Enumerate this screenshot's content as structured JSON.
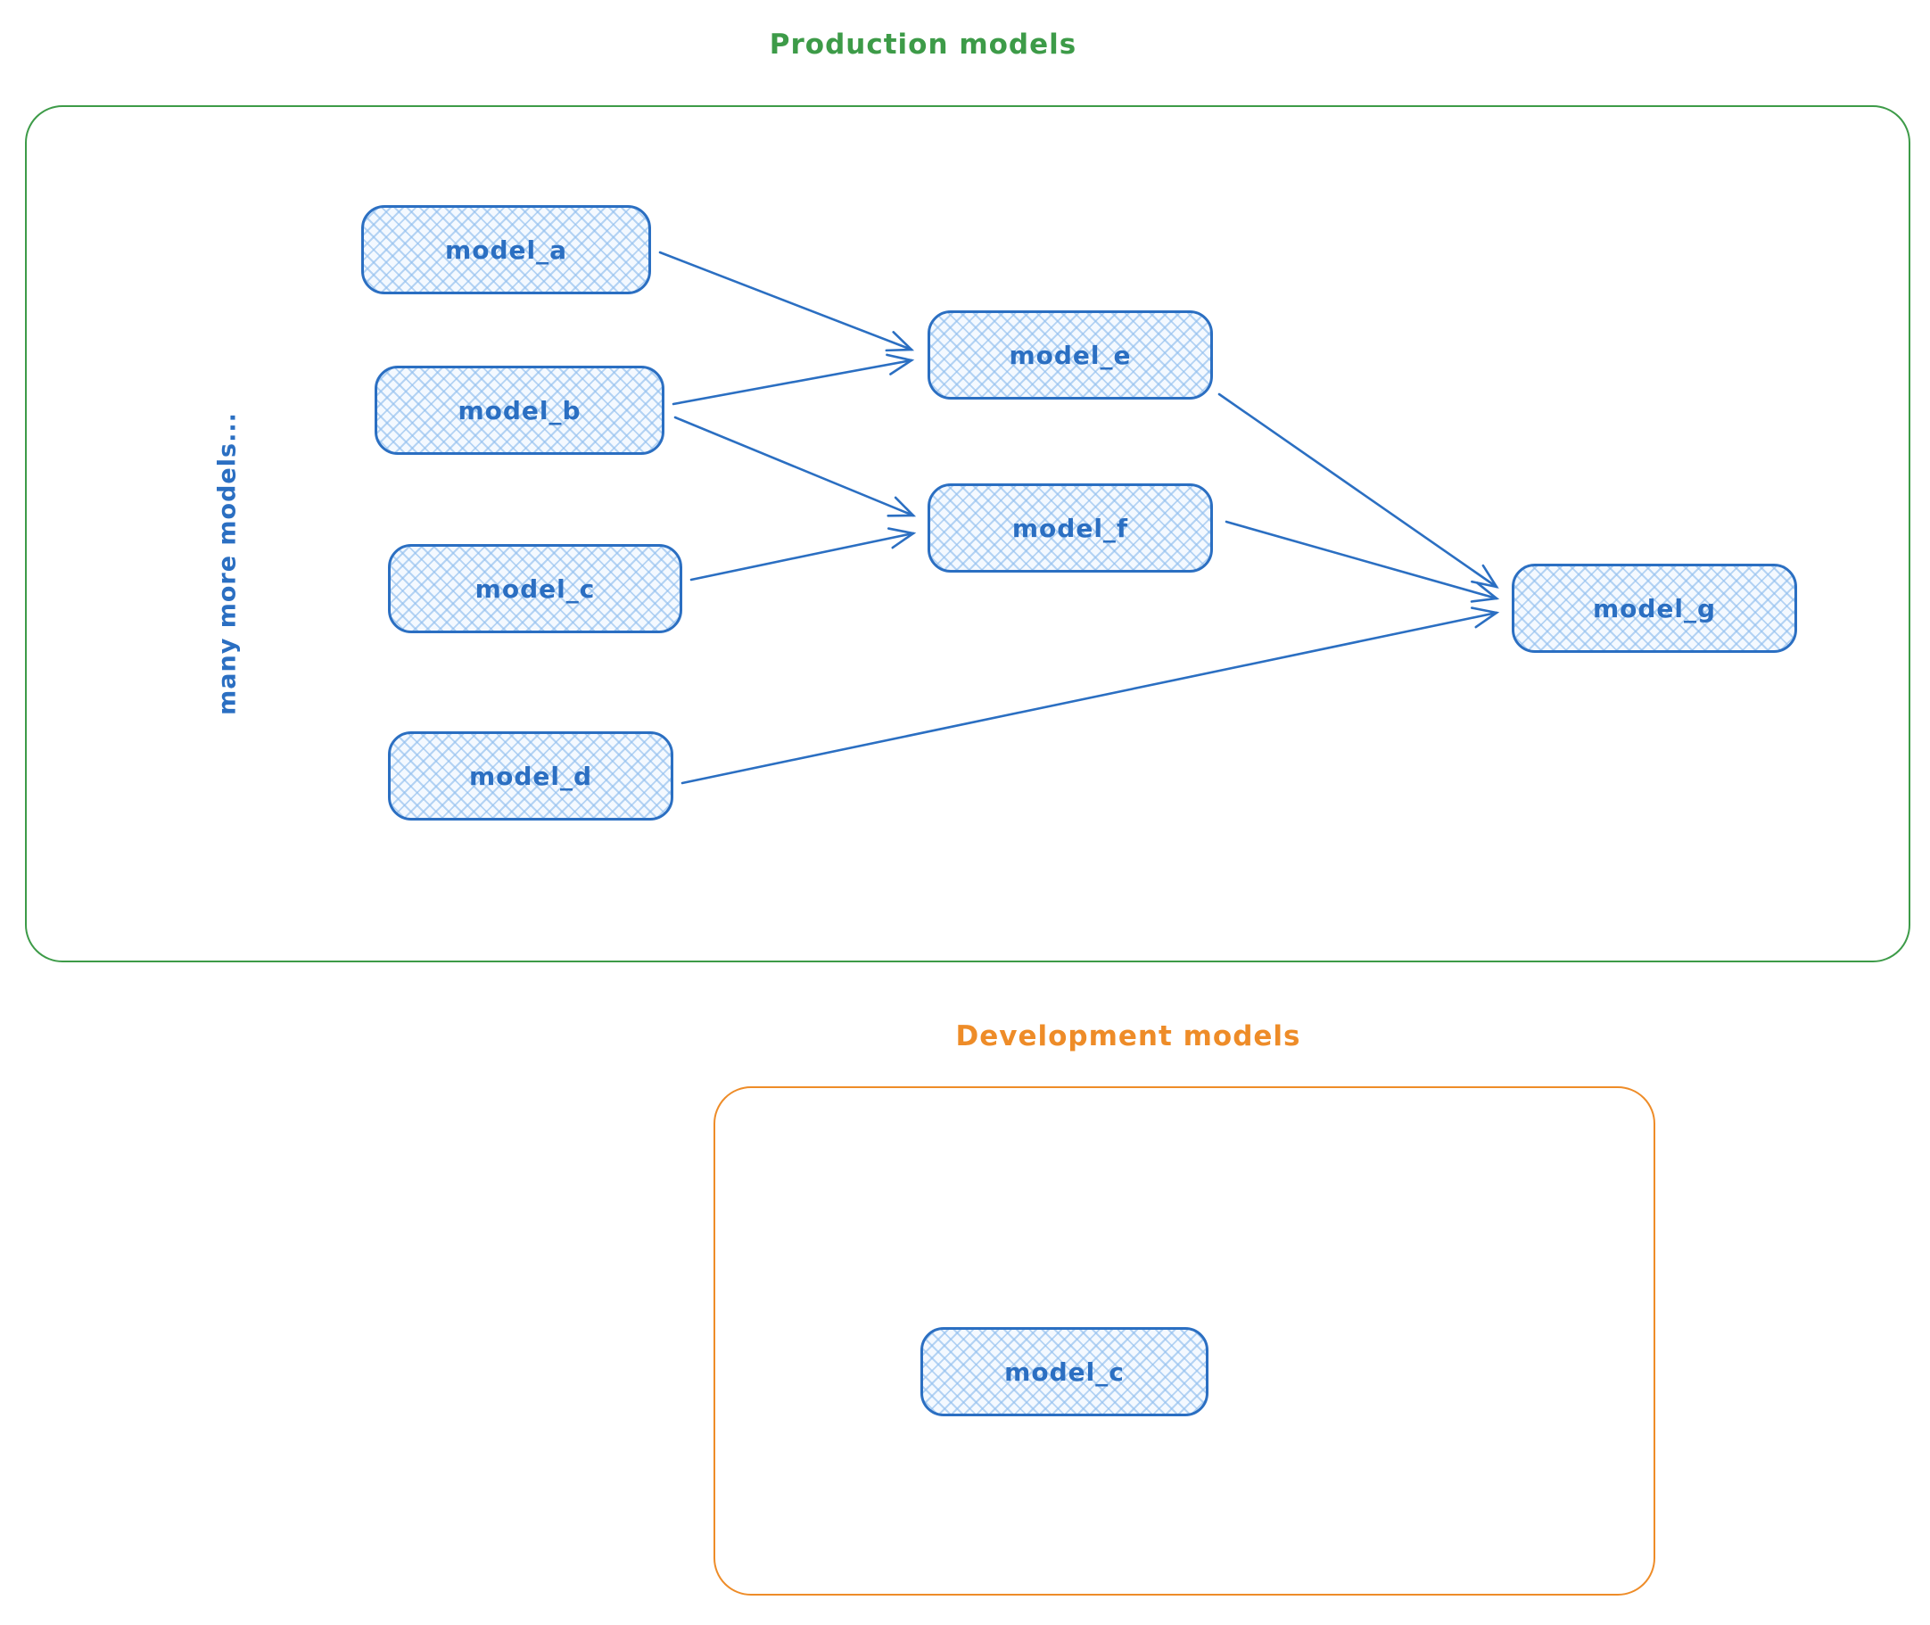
{
  "diagram": {
    "production": {
      "title": "Production models",
      "side_note": "many more models...",
      "nodes": [
        {
          "id": "model_a",
          "label": "model_a"
        },
        {
          "id": "model_b",
          "label": "model_b"
        },
        {
          "id": "model_c",
          "label": "model_c"
        },
        {
          "id": "model_d",
          "label": "model_d"
        },
        {
          "id": "model_e",
          "label": "model_e"
        },
        {
          "id": "model_f",
          "label": "model_f"
        },
        {
          "id": "model_g",
          "label": "model_g"
        }
      ],
      "edges": [
        {
          "from": "model_a",
          "to": "model_e"
        },
        {
          "from": "model_b",
          "to": "model_e"
        },
        {
          "from": "model_b",
          "to": "model_f"
        },
        {
          "from": "model_c",
          "to": "model_f"
        },
        {
          "from": "model_e",
          "to": "model_g"
        },
        {
          "from": "model_f",
          "to": "model_g"
        },
        {
          "from": "model_d",
          "to": "model_g"
        }
      ]
    },
    "development": {
      "title": "Development models",
      "nodes": [
        {
          "id": "dev_model_c",
          "label": "model_c"
        }
      ]
    },
    "colors": {
      "production_border": "#3d9b48",
      "development_border": "#ee8c28",
      "node_stroke": "#2b6fc2",
      "node_fill_hatch": "#92bfee",
      "node_fill_bg": "#f4f9ff",
      "arrow": "#2b6fc2"
    }
  }
}
